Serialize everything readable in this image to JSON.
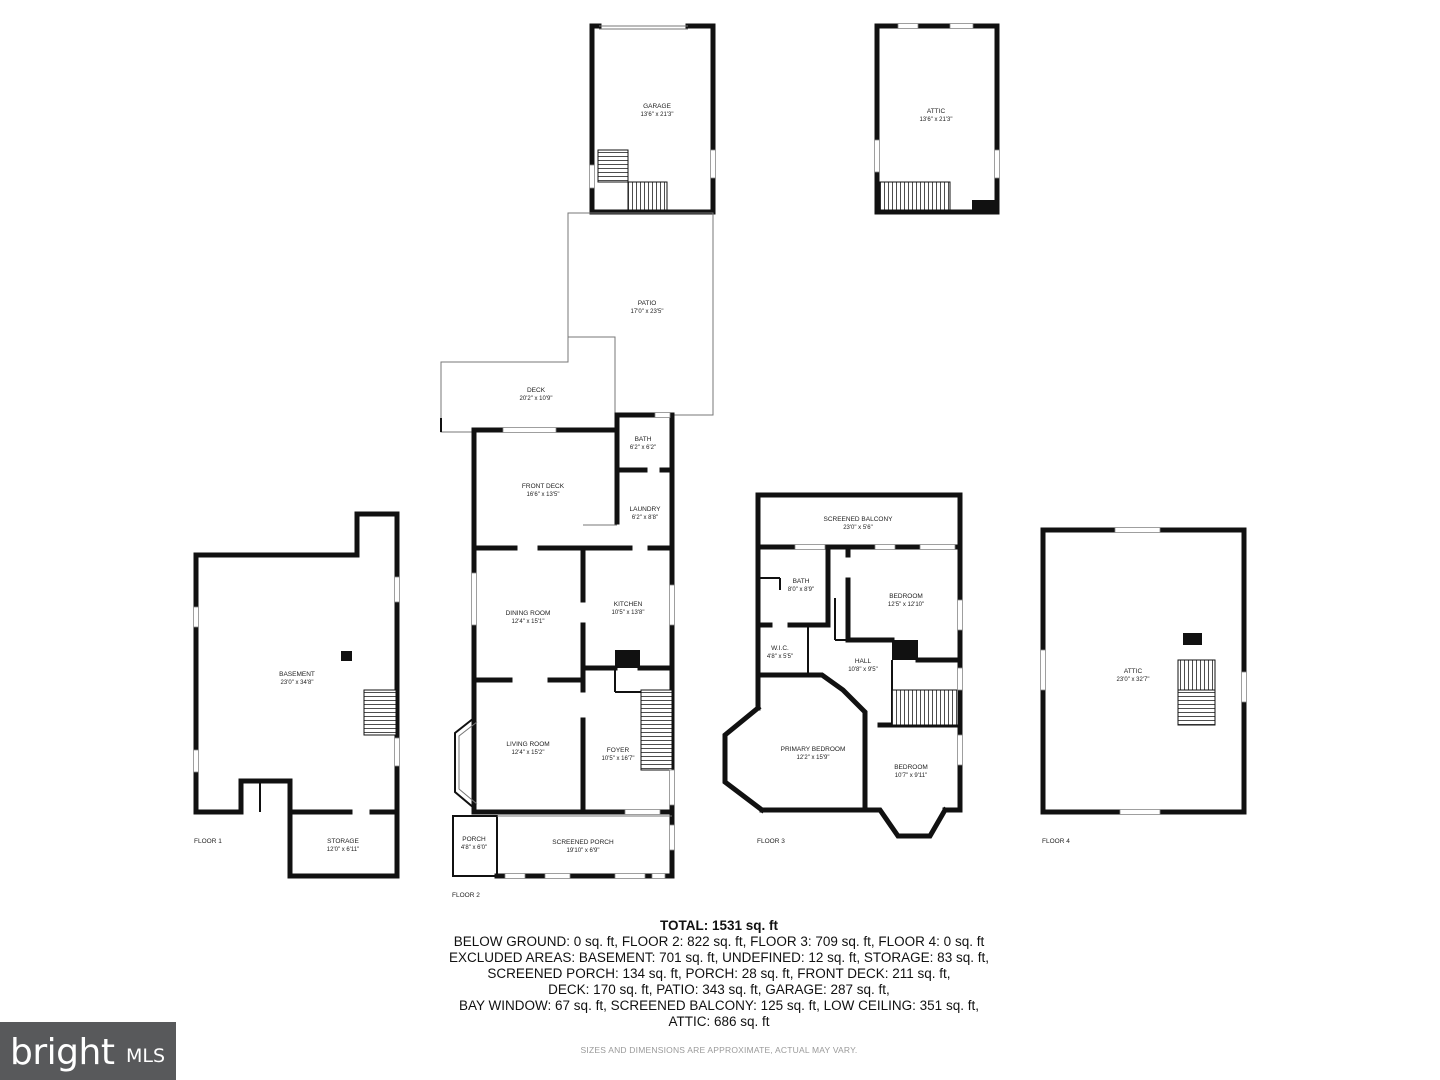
{
  "colors": {
    "wall": "#111111",
    "window": "#888888",
    "logo_bg": "#58595b",
    "note": "#9a9a9a"
  },
  "floors": [
    {
      "label": "FLOOR 1",
      "rooms": [
        {
          "name": "BASEMENT",
          "dims": "23'0\" x 34'8\""
        },
        {
          "name": "STORAGE",
          "dims": "12'0\" x 6'11\""
        }
      ]
    },
    {
      "label": "FLOOR 2",
      "rooms": [
        {
          "name": "GARAGE",
          "dims": "13'6\" x 21'3\""
        },
        {
          "name": "ATTIC",
          "dims": "13'6\" x 21'3\""
        },
        {
          "name": "PATIO",
          "dims": "17'0\" x 23'5\""
        },
        {
          "name": "DECK",
          "dims": "20'2\" x 10'9\""
        },
        {
          "name": "BATH",
          "dims": "6'2\" x 6'2\""
        },
        {
          "name": "FRONT DECK",
          "dims": "16'6\" x 13'5\""
        },
        {
          "name": "LAUNDRY",
          "dims": "6'2\" x 8'8\""
        },
        {
          "name": "DINING ROOM",
          "dims": "12'4\" x 15'1\""
        },
        {
          "name": "KITCHEN",
          "dims": "10'5\" x 13'8\""
        },
        {
          "name": "LIVING ROOM",
          "dims": "12'4\" x 15'2\""
        },
        {
          "name": "FOYER",
          "dims": "10'5\" x 16'7\""
        },
        {
          "name": "PORCH",
          "dims": "4'8\" x 6'0\""
        },
        {
          "name": "SCREENED PORCH",
          "dims": "19'10\" x 6'9\""
        }
      ]
    },
    {
      "label": "FLOOR 3",
      "rooms": [
        {
          "name": "SCREENED BALCONY",
          "dims": "23'0\" x 5'6\""
        },
        {
          "name": "BATH",
          "dims": "8'0\" x 8'9\""
        },
        {
          "name": "BEDROOM",
          "dims": "12'5\" x 12'10\""
        },
        {
          "name": "W.I.C.",
          "dims": "4'8\" x 5'5\""
        },
        {
          "name": "HALL",
          "dims": "10'8\" x 9'5\""
        },
        {
          "name": "PRIMARY BEDROOM",
          "dims": "12'2\" x 15'9\""
        },
        {
          "name": "BEDROOM",
          "dims": "10'7\" x 9'11\""
        }
      ]
    },
    {
      "label": "FLOOR 4",
      "rooms": [
        {
          "name": "ATTIC",
          "dims": "23'0\" x 32'7\""
        }
      ]
    }
  ],
  "summary": {
    "total": "TOTAL: 1531 sq. ft",
    "lines": [
      "BELOW GROUND: 0 sq. ft, FLOOR 2: 822 sq. ft, FLOOR 3: 709 sq. ft, FLOOR 4: 0 sq. ft",
      "EXCLUDED AREAS: BASEMENT: 701 sq. ft, UNDEFINED: 12 sq. ft, STORAGE: 83 sq. ft,",
      "SCREENED PORCH: 134 sq. ft, PORCH: 28 sq. ft, FRONT DECK: 211 sq. ft,",
      "DECK: 170 sq. ft, PATIO: 343 sq. ft, GARAGE: 287 sq. ft,",
      "BAY WINDOW: 67 sq. ft, SCREENED BALCONY: 125 sq. ft, LOW CEILING: 351 sq. ft,",
      "ATTIC: 686 sq. ft"
    ],
    "disclaimer": "SIZES AND DIMENSIONS ARE APPROXIMATE, ACTUAL MAY VARY."
  },
  "logo": {
    "brand": "bright",
    "suffix": "MLS"
  }
}
